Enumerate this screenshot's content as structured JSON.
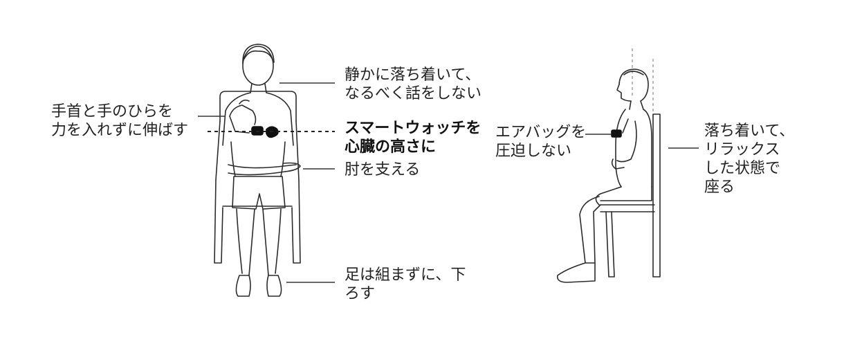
{
  "labels": {
    "stay_calm": [
      "静かに落ち着いて、",
      "なるべく話をしない"
    ],
    "wrist_palm": [
      "手首と手のひらを",
      "力を入れずに伸ばす"
    ],
    "heart_level": [
      "スマートウォッチを",
      "心臓の高さに"
    ],
    "support_elbow": [
      "肘を支える"
    ],
    "legs": [
      "足は組まずに、下",
      "ろす"
    ],
    "airbag": [
      "エアバッグを",
      "圧迫しない"
    ],
    "relax": [
      "落ち着いて、",
      "リラックス",
      "した状態で",
      "座る"
    ]
  },
  "colors": {
    "line": "#2a2a2a",
    "text": "#222222",
    "watch_band": "#111111"
  },
  "icons": {
    "front_figure": "person-seated-front-illustration",
    "side_figure": "person-seated-side-illustration"
  }
}
